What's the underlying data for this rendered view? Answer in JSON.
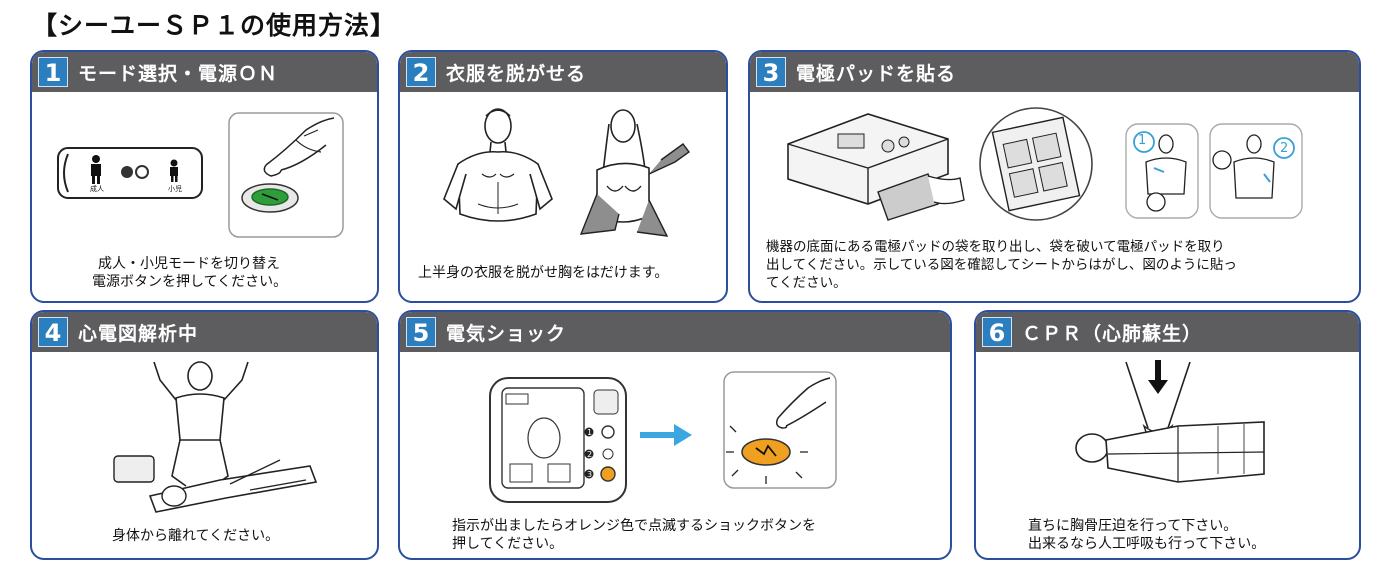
{
  "title": "【シーユーＳＰ１の使用方法】",
  "steps": [
    {
      "num": "1",
      "title": "モード選択・電源ＯＮ",
      "caption": [
        "成人・小児モードを切り替え",
        "電源ボタンを押してください。"
      ],
      "panel_labels": {
        "adult": "成人",
        "child": "小児"
      }
    },
    {
      "num": "2",
      "title": "衣服を脱がせる",
      "caption": [
        "上半身の衣服を脱がせ胸をはだけます。"
      ]
    },
    {
      "num": "3",
      "title": "電極パッドを貼る",
      "caption": [
        "機器の底面にある電極パッドの袋を取り出し、袋を破いて電極パッドを取り",
        "出してください。示している図を確認してシートからはがし、図のように貼っ",
        "てください。"
      ],
      "pad_marks": [
        "1",
        "2"
      ]
    },
    {
      "num": "4",
      "title": "心電図解析中",
      "caption": [
        "身体から離れてください。"
      ]
    },
    {
      "num": "5",
      "title": "電気ショック",
      "caption": [
        "指示が出ましたらオレンジ色で点滅するショックボタンを",
        "押してください。"
      ],
      "device_marks": [
        "1",
        "2",
        "3"
      ]
    },
    {
      "num": "6",
      "title": "ＣＰＲ（心肺蘇生）",
      "caption": [
        "直ちに胸骨圧迫を行って下さい。",
        "出来るなら人工呼吸も行って下さい。"
      ]
    }
  ],
  "colors": {
    "header_bg": "#5d5d5f",
    "number_bg": "#2c7fbf",
    "border": "#2b4f9e",
    "power_button": "#2e9d3a",
    "shock_button": "#f0a020",
    "arrow": "#3ba7e0"
  }
}
